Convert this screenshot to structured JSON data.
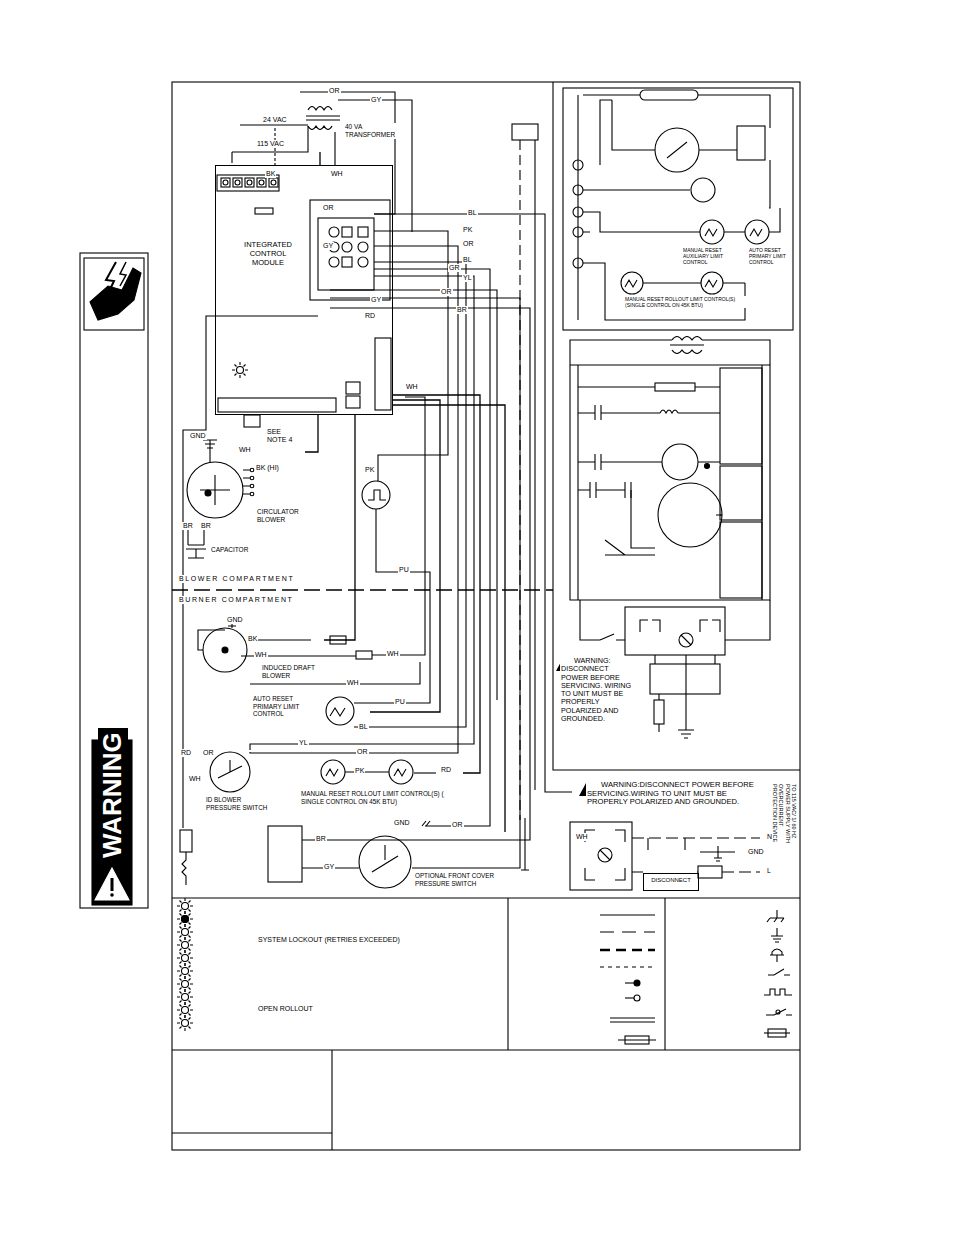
{
  "diagram": {
    "nodes": [
      {
        "text": [
          "INTEGRATED CONTROL MODULE"
        ]
      },
      {
        "text": [
          "40 VA TRANSFORMER"
        ]
      },
      {
        "text": [
          "CIRCULATOR BLOWER"
        ]
      },
      {
        "text": [
          "CAPACITOR"
        ]
      },
      {
        "text": [
          "INDUCED DRAFT BLOWER"
        ]
      },
      {
        "text": [
          "AUTO RESET PRIMARY LIMIT CONTROL"
        ]
      },
      {
        "text": [
          "ID BLOWER PRESSURE SWITCH"
        ]
      },
      {
        "text": [
          "MANUAL RESET ROLLOUT LIMIT CONTROL(S) ( SINGLE CONTROL ON 45K BTU)"
        ]
      },
      {
        "text": [
          "OPTIONAL FRONT COVER PRESSURE SWITCH"
        ]
      },
      {
        "text": [
          "MANUAL RESET AUXILIARY LIMIT CONTROL"
        ]
      },
      {
        "text": [
          "AUTO RESET PRIMARY LIMIT CONTROL"
        ]
      },
      {
        "text": [
          "MANUAL RESET ROLLOUT LIMIT CONTROL(S) (SINGLE CONTROL ON 45K BTU)"
        ]
      },
      {
        "text": [
          "DISCONNECT"
        ]
      }
    ],
    "edges": [
      {
        "from": 1,
        "to": 0,
        "arrow": "none"
      },
      {
        "from": 0,
        "to": 2,
        "arrow": "none"
      },
      {
        "from": 0,
        "to": 4,
        "arrow": "none"
      },
      {
        "from": 0,
        "to": 5,
        "arrow": "none"
      },
      {
        "from": 0,
        "to": 7,
        "arrow": "none"
      },
      {
        "from": 0,
        "to": 8,
        "arrow": "none"
      }
    ],
    "labels": [
      "OR",
      "GY",
      "24 VAC",
      "115 VAC",
      "BK",
      "WH",
      "OR",
      "BL",
      "PK",
      "GY",
      "OR",
      "BL",
      "GR",
      "YL",
      "OR",
      "GY",
      "BR",
      "RD",
      "WH",
      "SEE NOTE 4",
      "GND",
      "WH",
      "BK (HI)",
      "BR",
      "BR",
      "PK",
      "PU",
      "BLOWER COMPARTMENT",
      "BURNER COMPARTMENT",
      "GND",
      "BK",
      "WH",
      "WH",
      "WH",
      "PU",
      "BL",
      "YL",
      "RD",
      "OR",
      "OR",
      "WH",
      "PK",
      "RD",
      "GND",
      "OR",
      "BR",
      "GY",
      "WARNING: DISCONNECT POWER BEFORE SERVICING. WIRING TO UNIT MUST BE PROPERLY POLARIZED AND GROUNDED.",
      "WARNING:DISCONNECT POWER BEFORE SERVICING.WIRING TO UNIT MUST BE PROPERLY POLARIZED AND GROUNDED.",
      "TO 115 VAC/ 1/ 60 HZ POWER SUPPLY WITH OVERCURRENT PROTECTION DEVICE",
      "N",
      "GND",
      "L",
      "WH",
      "WARNING"
    ],
    "legend": [
      {
        "text": "SYSTEM LOCKOUT (RETRIES EXCEEDED)"
      },
      {
        "text": "OPEN ROLLOUT"
      }
    ]
  }
}
